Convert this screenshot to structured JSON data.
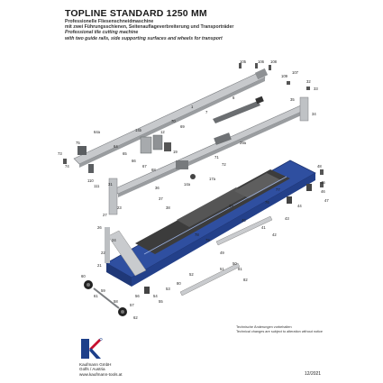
{
  "header": {
    "title": "TOPLINE STANDARD 1250 MM",
    "subtitle_de_1": "Professionelle Fliesenschneidmaschine",
    "subtitle_de_2": "mit zwei Führungsschienen, Seitenauflageverbreiterung und Transporträder",
    "subtitle_en_1": "Professional tile cutting machine",
    "subtitle_en_2": "with two guide rails, side supporting surfaces and wheels for transport"
  },
  "note": {
    "de": "Technische Änderungen vorbehalten",
    "en": "Technical changes are subject to alteration without notice"
  },
  "company": {
    "name": "Kaufmann GmbH",
    "location": "Golfs / Austria",
    "web": "www.kaufmann-tools.at"
  },
  "date": "12/2021",
  "colors": {
    "machine_blue": "#2f4fa0",
    "rail_grey": "#b5b8bc",
    "dark_surface": "#3c3c3c",
    "logo_red": "#c8102e",
    "logo_blue": "#1d3f8a"
  },
  "part_labels": [
    {
      "id": "l1",
      "text": "105"
    },
    {
      "id": "l2",
      "text": "106"
    },
    {
      "id": "l3",
      "text": "108"
    },
    {
      "id": "l4",
      "text": "109"
    },
    {
      "id": "l5",
      "text": "107"
    },
    {
      "id": "l6",
      "text": "32"
    },
    {
      "id": "l7",
      "text": "33"
    },
    {
      "id": "l8",
      "text": "34"
    },
    {
      "id": "l9",
      "text": "35"
    },
    {
      "id": "l10",
      "text": "1"
    },
    {
      "id": "l11",
      "text": "7"
    },
    {
      "id": "l12",
      "text": "6"
    },
    {
      "id": "l13",
      "text": "64a"
    },
    {
      "id": "l14",
      "text": "29a"
    },
    {
      "id": "l15",
      "text": "31"
    },
    {
      "id": "l16",
      "text": "110"
    },
    {
      "id": "l17",
      "text": "111"
    },
    {
      "id": "l18",
      "text": "14a"
    },
    {
      "id": "l19",
      "text": "14b"
    },
    {
      "id": "l20",
      "text": "17a"
    },
    {
      "id": "l21",
      "text": "19"
    },
    {
      "id": "l22",
      "text": "12"
    },
    {
      "id": "l23",
      "text": "23"
    },
    {
      "id": "l24",
      "text": "27"
    },
    {
      "id": "l25",
      "text": "26"
    },
    {
      "id": "l26",
      "text": "24"
    },
    {
      "id": "l27",
      "text": "22"
    },
    {
      "id": "l28",
      "text": "21"
    },
    {
      "id": "l29",
      "text": "36"
    },
    {
      "id": "l30",
      "text": "37"
    },
    {
      "id": "l31",
      "text": "38"
    },
    {
      "id": "l32",
      "text": "39"
    },
    {
      "id": "l33",
      "text": "40"
    },
    {
      "id": "l34",
      "text": "41"
    },
    {
      "id": "l35",
      "text": "42"
    },
    {
      "id": "l36",
      "text": "43"
    },
    {
      "id": "l37",
      "text": "44"
    },
    {
      "id": "l38",
      "text": "45"
    },
    {
      "id": "l39",
      "text": "46"
    },
    {
      "id": "l40",
      "text": "47"
    },
    {
      "id": "l41",
      "text": "48"
    },
    {
      "id": "l42",
      "text": "49"
    },
    {
      "id": "l43",
      "text": "50"
    },
    {
      "id": "l44",
      "text": "51"
    },
    {
      "id": "l45",
      "text": "52"
    },
    {
      "id": "l46",
      "text": "53"
    },
    {
      "id": "l47",
      "text": "54"
    },
    {
      "id": "l48",
      "text": "55"
    },
    {
      "id": "l49",
      "text": "56"
    },
    {
      "id": "l50",
      "text": "57"
    },
    {
      "id": "l51",
      "text": "58"
    },
    {
      "id": "l52",
      "text": "59"
    },
    {
      "id": "l53",
      "text": "60"
    },
    {
      "id": "l54",
      "text": "61"
    },
    {
      "id": "l55",
      "text": "62"
    },
    {
      "id": "l56",
      "text": "64"
    },
    {
      "id": "l57",
      "text": "65"
    },
    {
      "id": "l58",
      "text": "66"
    },
    {
      "id": "l59",
      "text": "67"
    },
    {
      "id": "l60",
      "text": "68"
    },
    {
      "id": "l61",
      "text": "69"
    },
    {
      "id": "l62",
      "text": "70"
    },
    {
      "id": "l63",
      "text": "71"
    },
    {
      "id": "l64",
      "text": "72"
    },
    {
      "id": "l65",
      "text": "73"
    },
    {
      "id": "l66",
      "text": "74"
    },
    {
      "id": "l67",
      "text": "75"
    },
    {
      "id": "l68",
      "text": "76"
    },
    {
      "id": "l69",
      "text": "77"
    },
    {
      "id": "l70",
      "text": "78"
    },
    {
      "id": "l71",
      "text": "79"
    },
    {
      "id": "l72",
      "text": "80"
    },
    {
      "id": "l73",
      "text": "81"
    },
    {
      "id": "l74",
      "text": "82"
    }
  ]
}
